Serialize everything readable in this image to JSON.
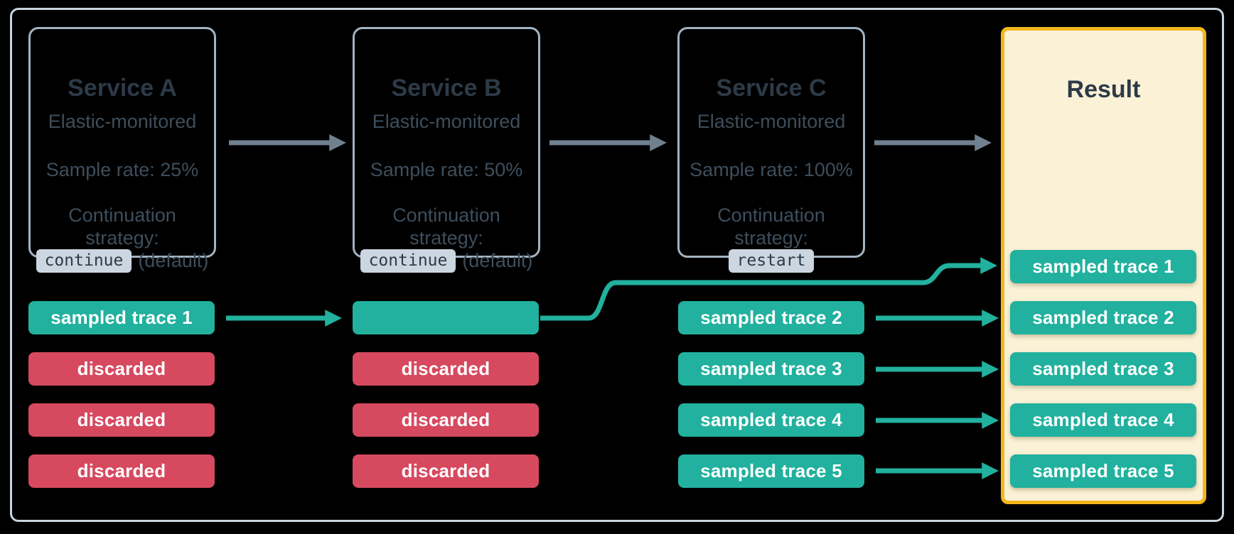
{
  "diagram": {
    "title_context": "Distributed tracing sampling flow",
    "services": [
      {
        "title": "Service A",
        "subtitle": "Elastic-monitored",
        "sample_rate": "Sample rate: 25%",
        "continuation_line1": "Continuation",
        "continuation_line2": "strategy:",
        "strategy_code": "continue",
        "strategy_suffix": "(default)"
      },
      {
        "title": "Service B",
        "subtitle": "Elastic-monitored",
        "sample_rate": "Sample rate: 50%",
        "continuation_line1": "Continuation",
        "continuation_line2": "strategy:",
        "strategy_code": "continue",
        "strategy_suffix": "(default)"
      },
      {
        "title": "Service C",
        "subtitle": "Elastic-monitored",
        "sample_rate": "Sample rate: 100%",
        "continuation_line1": "Continuation",
        "continuation_line2": "strategy:",
        "strategy_code": "restart",
        "strategy_suffix": ""
      }
    ],
    "trace_rows": {
      "service_a": [
        {
          "label": "sampled trace 1",
          "type": "sampled"
        },
        {
          "label": "discarded",
          "type": "discarded"
        },
        {
          "label": "discarded",
          "type": "discarded"
        },
        {
          "label": "discarded",
          "type": "discarded"
        }
      ],
      "service_b": [
        {
          "label": "",
          "type": "sampled"
        },
        {
          "label": "discarded",
          "type": "discarded"
        },
        {
          "label": "discarded",
          "type": "discarded"
        },
        {
          "label": "discarded",
          "type": "discarded"
        }
      ],
      "service_c": [
        {
          "label": "sampled trace 2",
          "type": "sampled"
        },
        {
          "label": "sampled trace 3",
          "type": "sampled"
        },
        {
          "label": "sampled trace 4",
          "type": "sampled"
        },
        {
          "label": "sampled trace 5",
          "type": "sampled"
        }
      ]
    },
    "result": {
      "title": "Result",
      "pills": [
        {
          "label": "sampled trace 1"
        },
        {
          "label": "sampled trace 2"
        },
        {
          "label": "sampled trace 3"
        },
        {
          "label": "sampled trace 4"
        },
        {
          "label": "sampled trace 5"
        }
      ]
    },
    "colors": {
      "sampled": "#21b19e",
      "discarded": "#d6495f",
      "arrow_gray": "#71808e",
      "result_border": "#f3b71c",
      "result_fill": "#faf1d6",
      "box_border": "#a3b3c1",
      "frame_border": "#c9d3dd",
      "text_dark": "#2d3a47",
      "text_body": "#3e4e5c",
      "badge_bg": "#ccd6e0",
      "badge_text": "#2d3a47"
    }
  }
}
